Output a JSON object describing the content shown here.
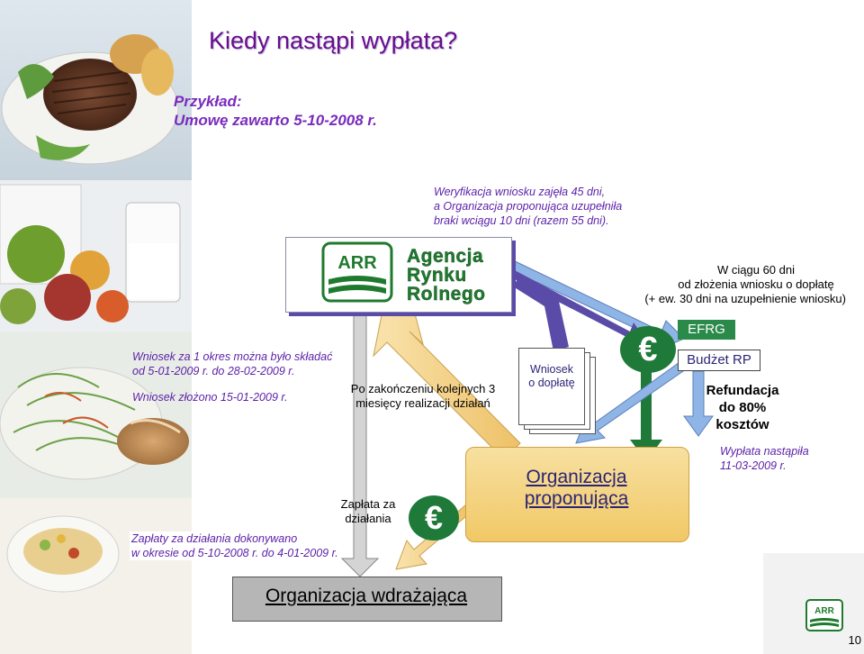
{
  "title": "Kiedy nastąpi wypłata?",
  "example": {
    "line1": "Przykład:",
    "line2": "Umowę zawarto 5-10-2008 r."
  },
  "verification_note": {
    "line1": "Weryfikacja wniosku zajęła 45 dni,",
    "line2": "a Organizacja proponująca uzupełniła",
    "line3": "braki wciągu 10 dni (razem 55 dni)."
  },
  "arr": {
    "logo_text": "ARR",
    "name_line1": "Agencja",
    "name_line2": "Rynku",
    "name_line3": "Rolnego"
  },
  "deadline_note": {
    "line1": "W ciągu 60 dni",
    "line2": "od złożenia wniosku o dopłatę",
    "line3": "(+ ew.  30 dni na uzupełnienie wniosku)"
  },
  "application_note": {
    "line1": "Wniosek za 1 okres można było składać",
    "line2": "od 5-01-2009 r. do 28-02-2009 r.",
    "line3": "Wniosek złożono 15-01-2009 r."
  },
  "after_actions": {
    "line1": "Po zakończeniu kolejnych 3",
    "line2": "miesięcy realizacji działań"
  },
  "wniosek_doc": {
    "line1": "Wniosek",
    "line2": "o dopłatę"
  },
  "euro_symbol": "€",
  "efrg": "EFRG",
  "budzet": "Budżet RP",
  "refund": {
    "line1": "Refundacja",
    "line2": "do 80%",
    "line3": "kosztów"
  },
  "payment_date": {
    "line1": "Wypłata nastąpiła",
    "line2": "11-03-2009 r."
  },
  "payment_for_actions": {
    "line1": "Zapłata za",
    "line2": "działania"
  },
  "payments_done": {
    "line1": "Zapłaty za działania dokonywano",
    "line2": "w okresie od 5-10-2008 r. do 4-01-2009 r."
  },
  "org_proposing": {
    "line1": "Organizacja",
    "line2": "proponująca"
  },
  "org_implementing": "Organizacja wdrażająca",
  "footer_logo_text": "ARR",
  "page_number": "10",
  "colors": {
    "title": "#6a0d8c",
    "accent_purple": "#5a1fa8",
    "green": "#1f7a3a",
    "org_fill": "#f1c866",
    "arrow_purple": "#5b4ba8"
  }
}
